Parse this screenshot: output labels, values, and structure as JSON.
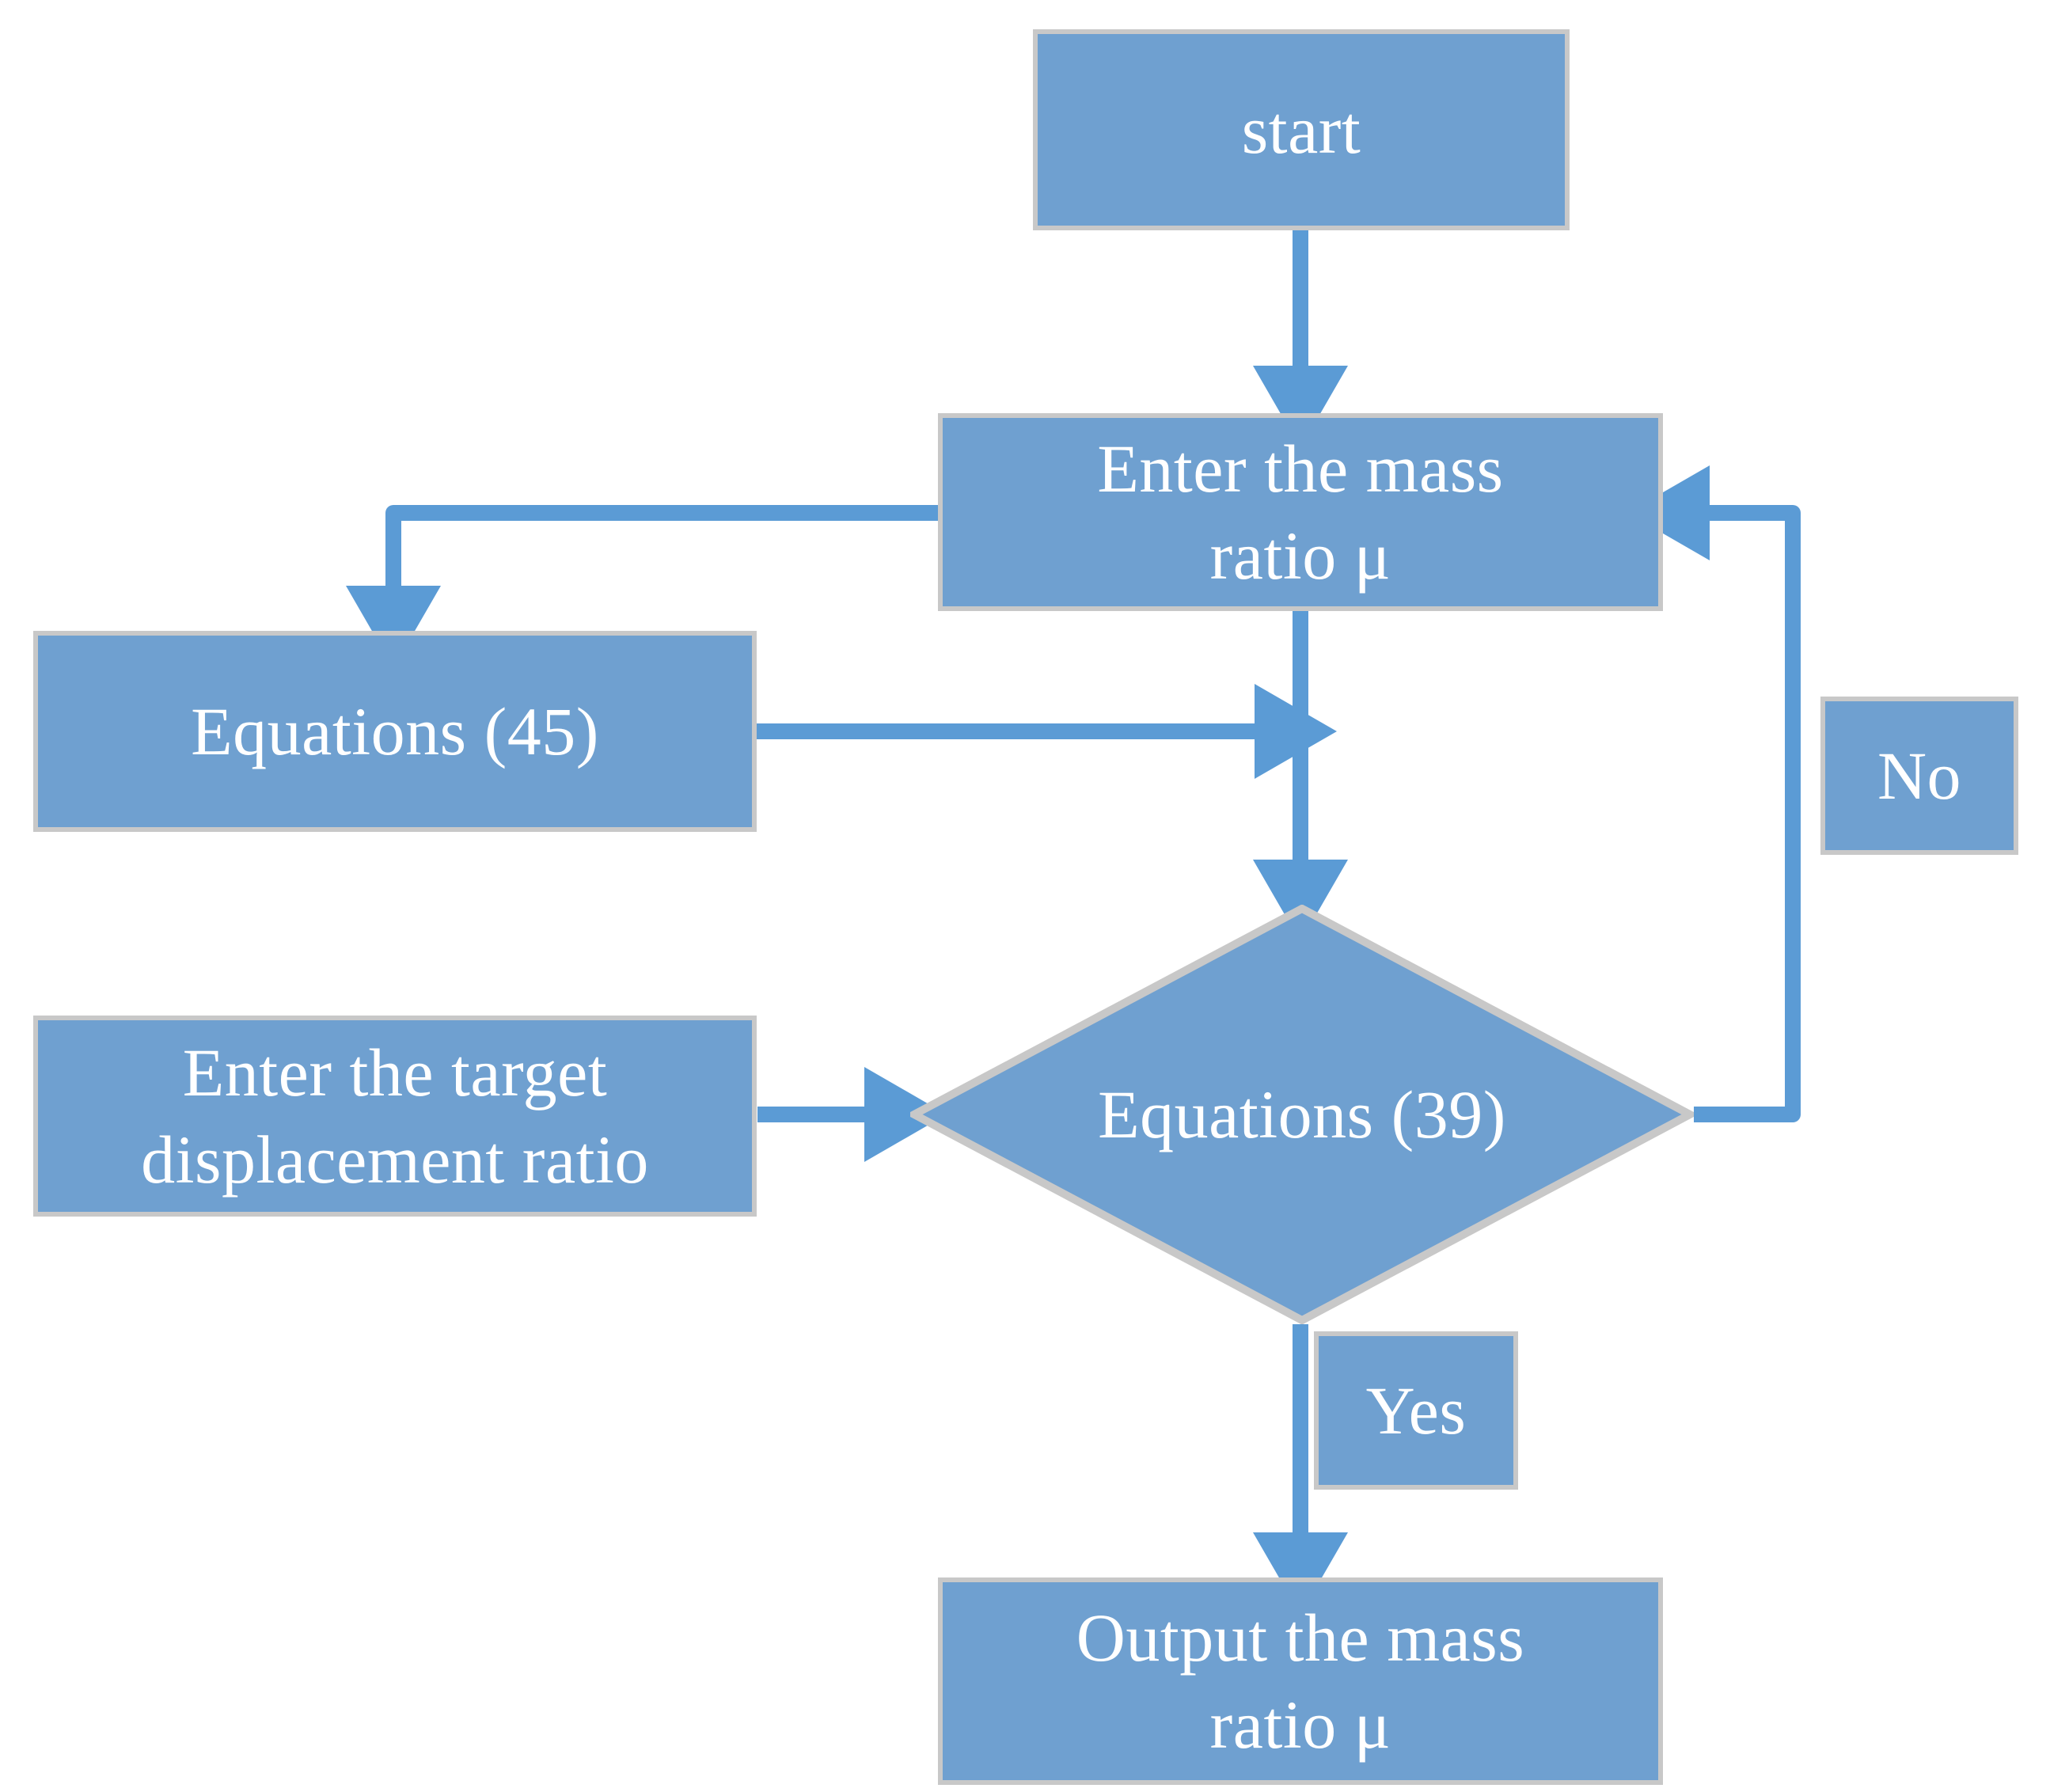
{
  "diagram": {
    "title": "Mass ratio determination flowchart",
    "type": "flowchart",
    "colors": {
      "node_fill": "#6FA0D0",
      "node_border": "#C8C8C8",
      "connector": "#5B9BD5",
      "node_text": "#FFFFFF",
      "background": "#FFFFFF"
    },
    "nodes": {
      "start": {
        "label": "start",
        "shape": "rectangle"
      },
      "enter_mass_ratio": {
        "label": "Enter the mass\nratio μ",
        "shape": "rectangle"
      },
      "equations_45": {
        "label": "Equations (45)",
        "shape": "rectangle"
      },
      "enter_target_ratio": {
        "label": "Enter the target\ndisplacement ratio",
        "shape": "rectangle"
      },
      "decision": {
        "label": "Equations (39)",
        "shape": "diamond"
      },
      "output": {
        "label": "Output the mass\nratio μ",
        "shape": "rectangle"
      },
      "label_no": {
        "label": "No",
        "shape": "rectangle"
      },
      "label_yes": {
        "label": "Yes",
        "shape": "rectangle"
      }
    },
    "edges": [
      {
        "from": "start",
        "to": "enter_mass_ratio",
        "label": ""
      },
      {
        "from": "enter_mass_ratio",
        "to": "equations_45",
        "label": ""
      },
      {
        "from": "equations_45",
        "to": "decision",
        "label": ""
      },
      {
        "from": "enter_mass_ratio",
        "to": "decision",
        "label": ""
      },
      {
        "from": "enter_target_ratio",
        "to": "decision",
        "label": ""
      },
      {
        "from": "decision",
        "to": "enter_mass_ratio",
        "label": "No"
      },
      {
        "from": "decision",
        "to": "output",
        "label": "Yes"
      }
    ]
  }
}
